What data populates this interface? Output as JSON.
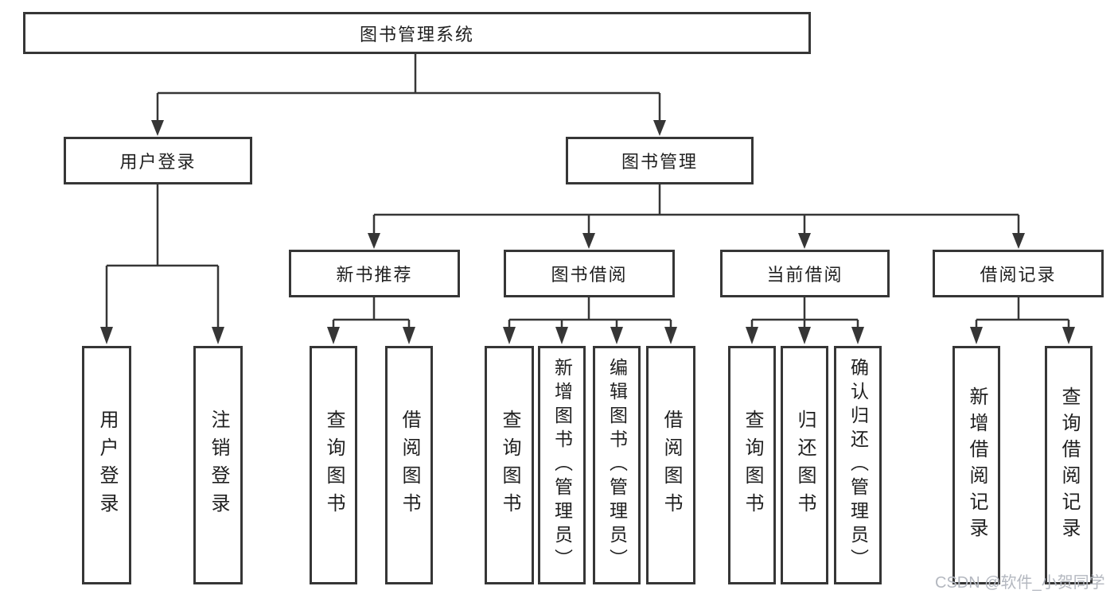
{
  "tree": {
    "root": {
      "label": "图书管理系统"
    },
    "children": [
      {
        "label": "用户登录",
        "children": [
          {
            "label": "用户登录"
          },
          {
            "label": "注销登录"
          }
        ]
      },
      {
        "label": "图书管理",
        "children": [
          {
            "label": "新书推荐",
            "children": [
              {
                "label": "查询图书"
              },
              {
                "label": "借阅图书"
              }
            ]
          },
          {
            "label": "图书借阅",
            "children": [
              {
                "label": "查询图书"
              },
              {
                "label": "新增图书（管理员）"
              },
              {
                "label": "编辑图书（管理员）"
              },
              {
                "label": "借阅图书"
              }
            ]
          },
          {
            "label": "当前借阅",
            "children": [
              {
                "label": "查询图书"
              },
              {
                "label": "归还图书"
              },
              {
                "label": "确认归还（管理员）"
              }
            ]
          },
          {
            "label": "借阅记录",
            "children": [
              {
                "label": "新增借阅记录"
              },
              {
                "label": "查询借阅记录"
              }
            ]
          }
        ]
      }
    ]
  },
  "watermark": "CSDN @软件_小贺同学",
  "colors": {
    "line": "#363636",
    "text": "#1f1f1f",
    "watermark": "#b4b8c0",
    "background": "#ffffff"
  }
}
